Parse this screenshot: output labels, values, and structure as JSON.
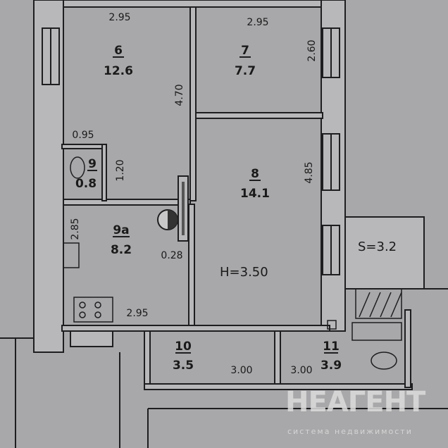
{
  "rooms": [
    {
      "number": "6",
      "area": "12.6"
    },
    {
      "number": "7",
      "area": "7.7"
    },
    {
      "number": "8",
      "area": "14.1"
    },
    {
      "number": "9",
      "area": "0.8"
    },
    {
      "number": "9а",
      "area": "8.2"
    },
    {
      "number": "10",
      "area": "3.5"
    },
    {
      "number": "11",
      "area": "3.9"
    }
  ],
  "dimensions": {
    "room6_width": "2.95",
    "room7_width": "2.95",
    "room7_height": "2.60",
    "room6_height": "4.70",
    "room9_width": "0.95",
    "room9_height": "1.20",
    "room8_height": "4.85",
    "room9a_height": "2.85",
    "duct": "0.28",
    "room9a_width": "2.95",
    "room10_width": "3.00",
    "room11_width": "3.00"
  },
  "ceiling_height": "H=3.50",
  "balcony_area": "S=3.2",
  "watermark": {
    "brand": "НЕАГЕНТ",
    "tagline": "система недвижимости"
  }
}
